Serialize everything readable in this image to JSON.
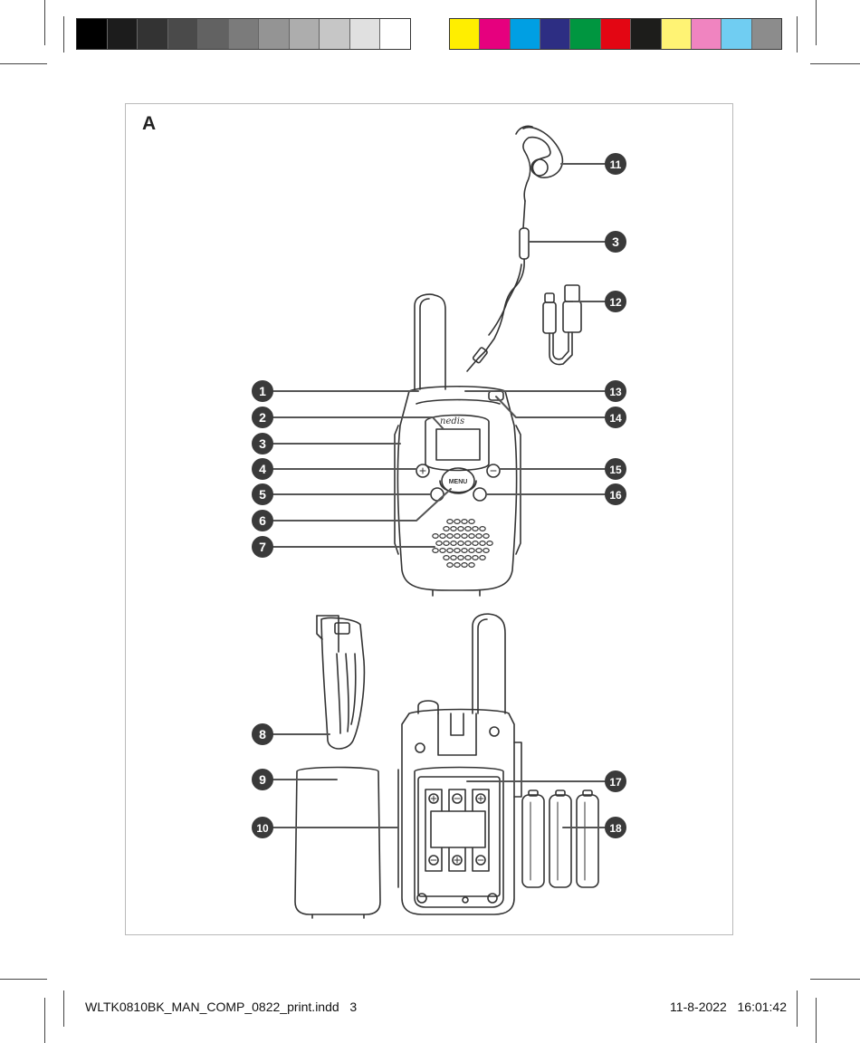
{
  "figure": {
    "letter": "A"
  },
  "callouts": [
    "1",
    "2",
    "3",
    "4",
    "5",
    "6",
    "7",
    "8",
    "9",
    "10",
    "11",
    "3",
    "12",
    "13",
    "14",
    "15",
    "16",
    "17",
    "18"
  ],
  "colors": {
    "gray_ramp": [
      "#000000",
      "#1c1c1c",
      "#333333",
      "#4a4a4a",
      "#626262",
      "#7b7b7b",
      "#949494",
      "#adadad",
      "#c6c6c6",
      "#e0e0e0",
      "#ffffff"
    ],
    "color_bar": [
      "#ffee00",
      "#e6007e",
      "#009fe3",
      "#2d2e83",
      "#009640",
      "#e30613",
      "#1d1d1b",
      "#fff374",
      "#f084c0",
      "#70cdf2",
      "#8c8c8c"
    ],
    "callout_fill": "#3a3a3a"
  },
  "footer": {
    "left": "WLTK0810BK_MAN_COMP_0822_print.indd   3",
    "right": "11-8-2022   16:01:42"
  }
}
